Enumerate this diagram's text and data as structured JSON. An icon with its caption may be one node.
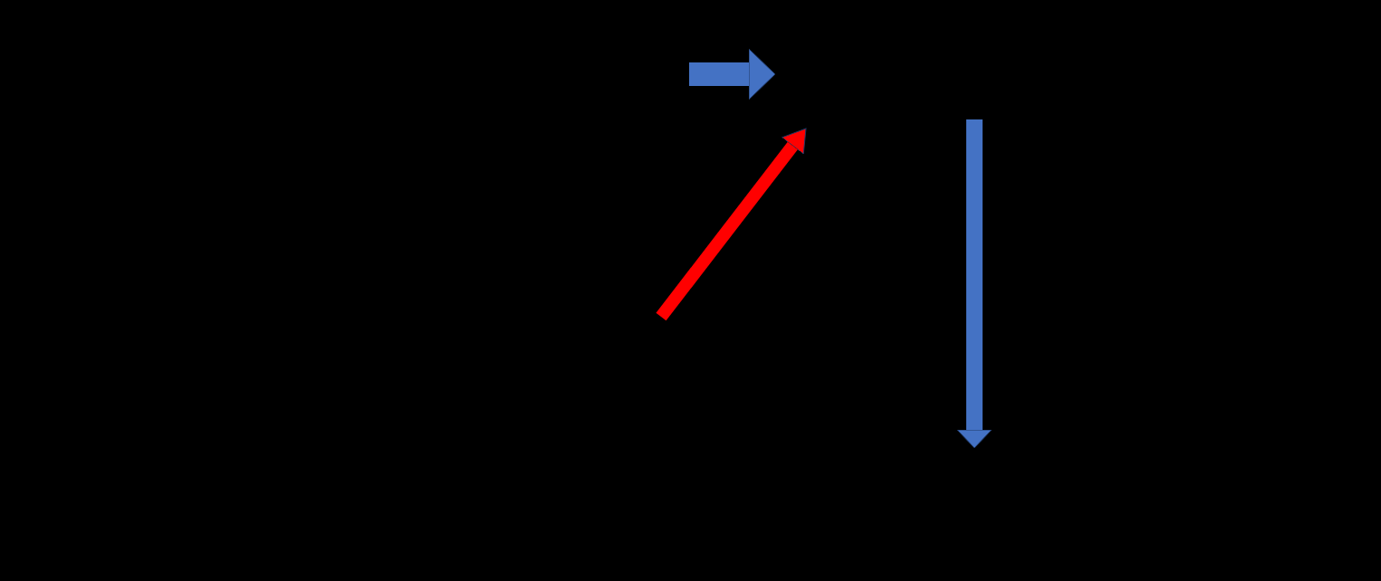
{
  "diagram": {
    "nodes": [
      {
        "text": [],
        "shape": "arrow"
      },
      {
        "text": [],
        "shape": "arrow"
      },
      {
        "text": [],
        "shape": "arrow"
      }
    ]
  }
}
